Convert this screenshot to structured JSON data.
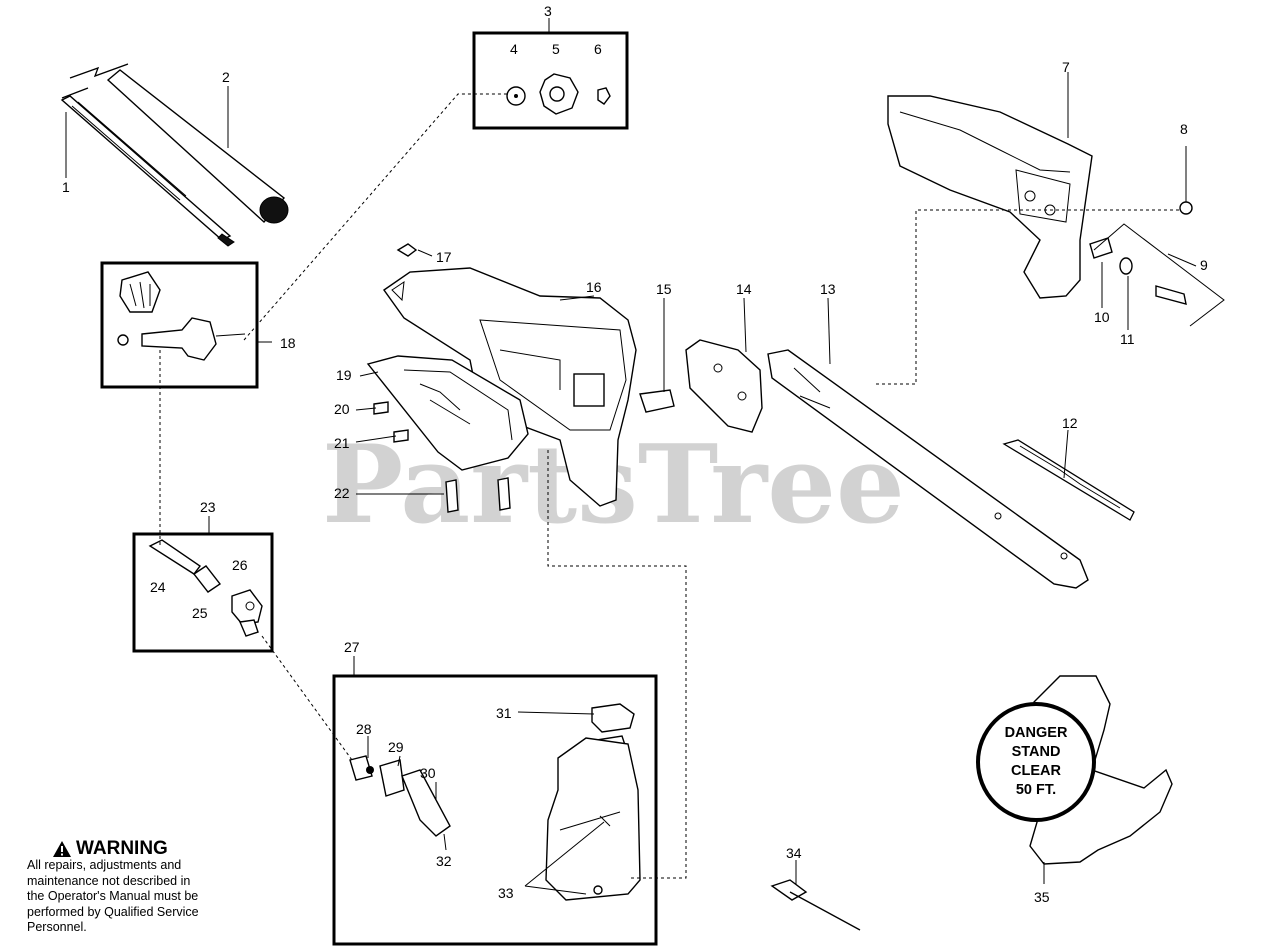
{
  "watermark": "PartsTree",
  "callouts": {
    "c1": "1",
    "c2": "2",
    "c3": "3",
    "c4": "4",
    "c5": "5",
    "c6": "6",
    "c7": "7",
    "c8": "8",
    "c9": "9",
    "c10": "10",
    "c11": "11",
    "c12": "12",
    "c13": "13",
    "c14": "14",
    "c15": "15",
    "c16": "16",
    "c17": "17",
    "c18": "18",
    "c19": "19",
    "c20": "20",
    "c21": "21",
    "c22": "22",
    "c23": "23",
    "c24": "24",
    "c25": "25",
    "c26": "26",
    "c27": "27",
    "c28": "28",
    "c29": "29",
    "c30": "30",
    "c31": "31",
    "c32": "32",
    "c33": "33",
    "c34": "34",
    "c35": "35"
  },
  "warning": {
    "icon": "warning-triangle-icon",
    "title": "WARNING",
    "body": "All repairs, adjustments and\nmaintenance not described in\nthe Operator's Manual must be\nperformed by Qualified Service\nPersonnel."
  },
  "decal": {
    "line1": "DANGER",
    "line2": "STAND",
    "line3": "CLEAR",
    "line4": "50 FT."
  }
}
